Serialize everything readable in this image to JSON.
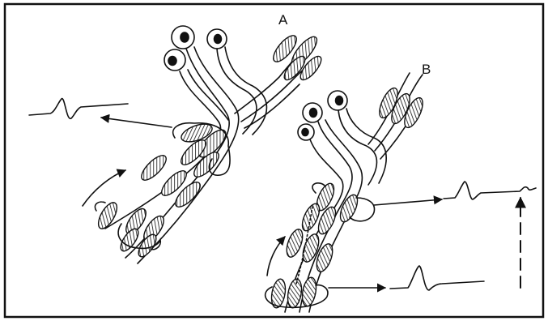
{
  "figure": {
    "panels": [
      {
        "id": "A",
        "label": "A"
      },
      {
        "id": "B",
        "label": "B"
      }
    ]
  },
  "colors": {
    "ink": "#111111",
    "paper": "#ffffff"
  }
}
